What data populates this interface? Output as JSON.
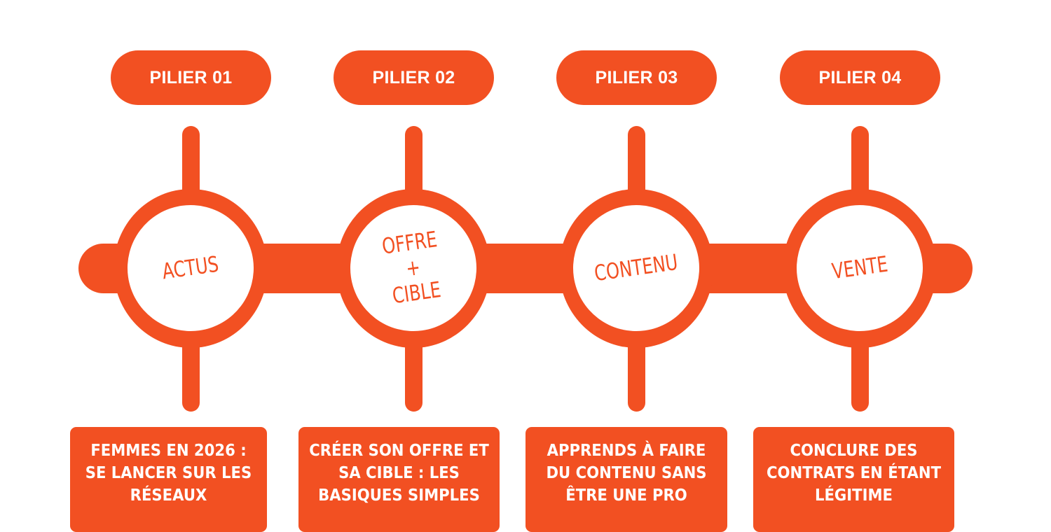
{
  "accent_color": "#F25022",
  "pillars": [
    {
      "label": "PILIER 01",
      "theme": "ACTUS",
      "description": "FEMMES EN 2026 : SE LANCER SUR LES RÉSEAUX"
    },
    {
      "label": "PILIER 02",
      "theme": "OFFRE\n+\nCIBLE",
      "description": "CRÉER SON OFFRE ET SA CIBLE : LES BASIQUES SIMPLES"
    },
    {
      "label": "PILIER 03",
      "theme": "CONTENU",
      "description": "APPRENDS À FAIRE DU CONTENU SANS ÊTRE UNE PRO"
    },
    {
      "label": "PILIER 04",
      "theme": "VENTE",
      "description": "CONCLURE DES CONTRATS EN ÉTANT LÉGITIME"
    }
  ]
}
